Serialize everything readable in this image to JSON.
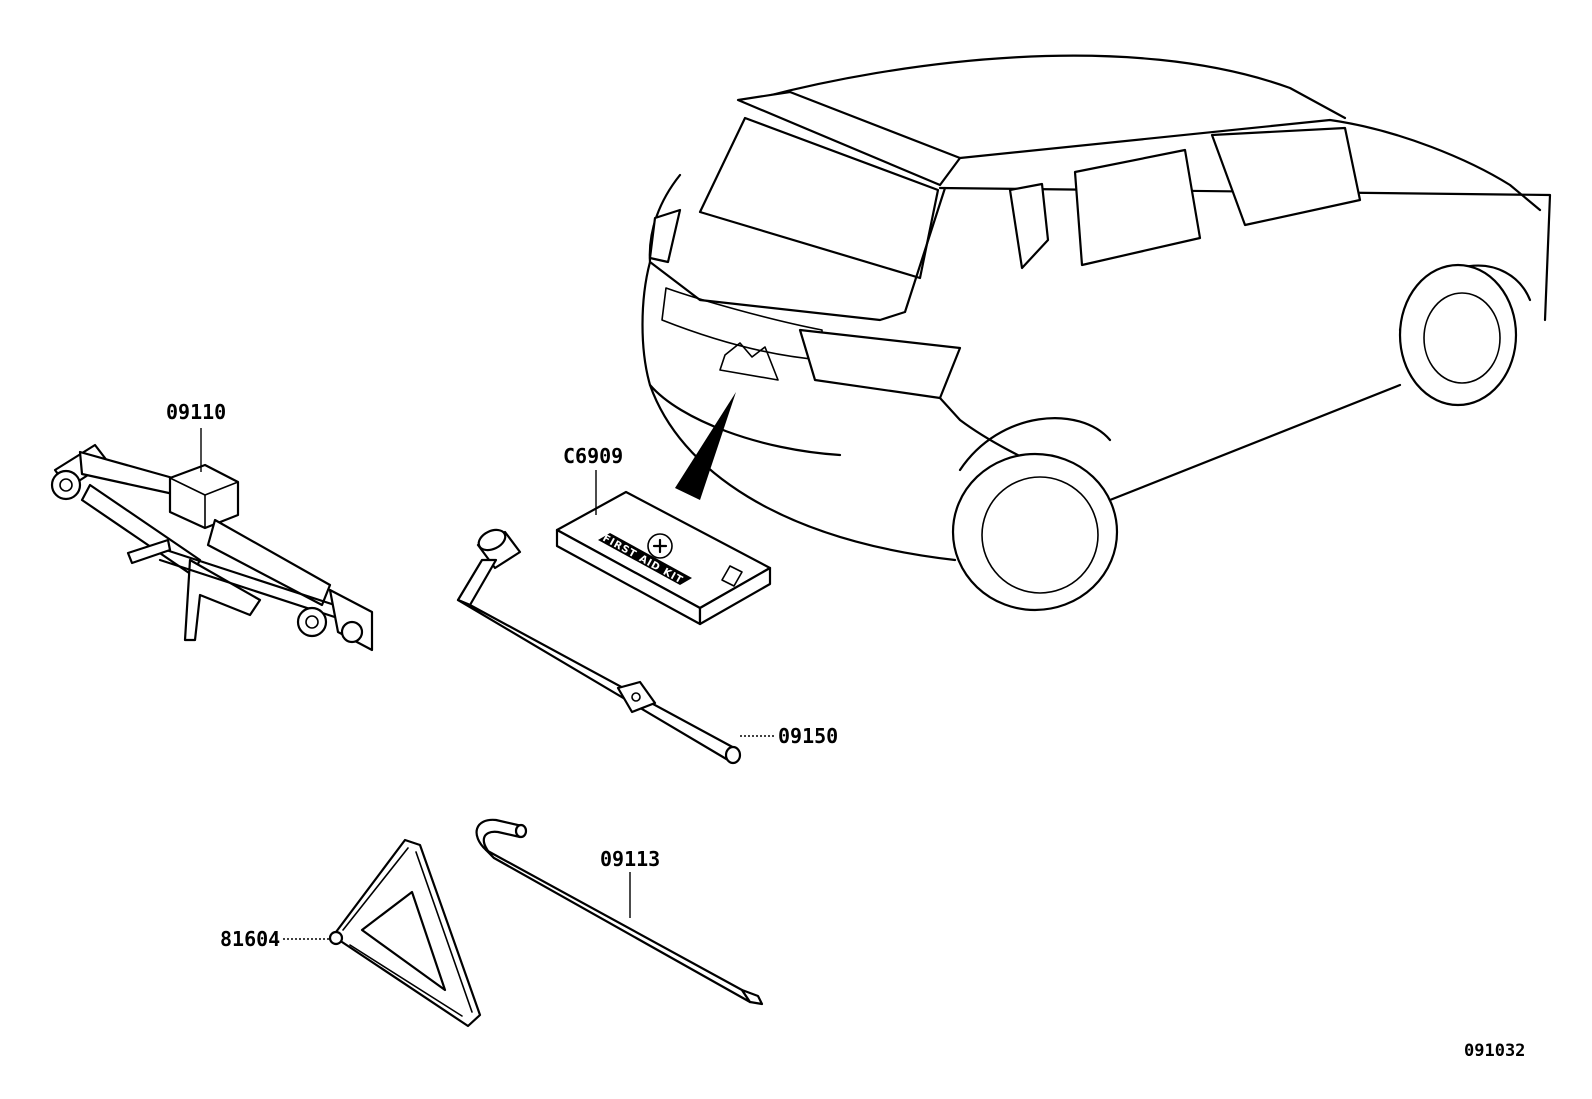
{
  "diagram": {
    "id_code": "091032",
    "parts": [
      {
        "key": "jack",
        "number": "09110"
      },
      {
        "key": "first_aid_kit",
        "number": "C6909"
      },
      {
        "key": "wheel_wrench",
        "number": "09150"
      },
      {
        "key": "jack_handle",
        "number": "09113"
      },
      {
        "key": "warning_triangle",
        "number": "81604"
      }
    ],
    "first_aid_kit_text": "FIRST AID KIT",
    "icons": [
      "car-rear-view-icon",
      "scissor-jack-icon",
      "first-aid-kit-icon",
      "wheel-wrench-icon",
      "jack-handle-icon",
      "warning-triangle-icon"
    ]
  }
}
